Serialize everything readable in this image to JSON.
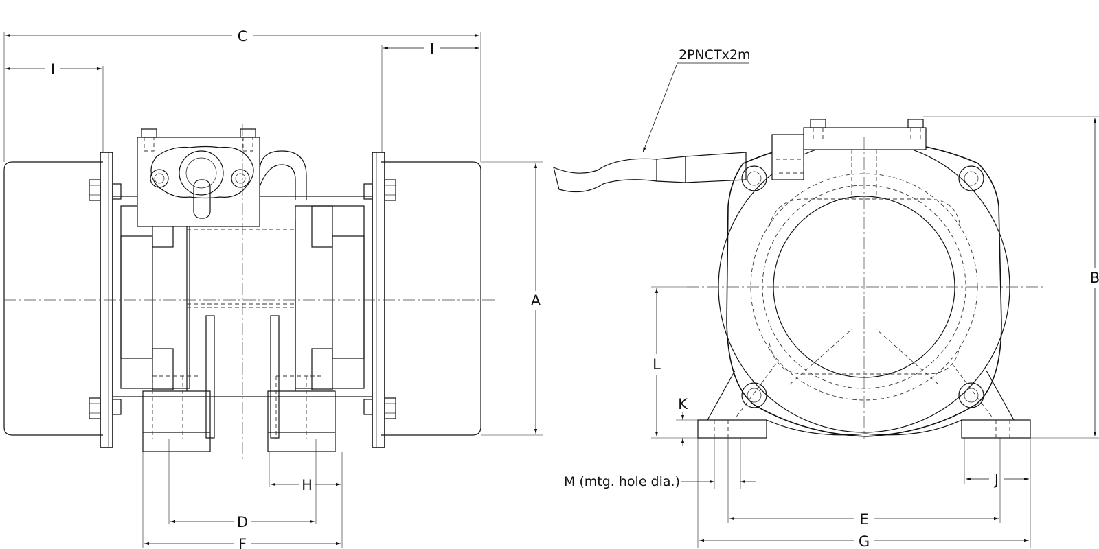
{
  "drawing": {
    "dimensions": {
      "A": "A",
      "B": "B",
      "C": "C",
      "D": "D",
      "E": "E",
      "F": "F",
      "G": "G",
      "H": "H",
      "I": "I",
      "J": "J",
      "K": "K",
      "L": "L"
    },
    "mounting_hole_label": "M (mtg. hole dia.)",
    "cable_label": "2PNCTx2m"
  }
}
